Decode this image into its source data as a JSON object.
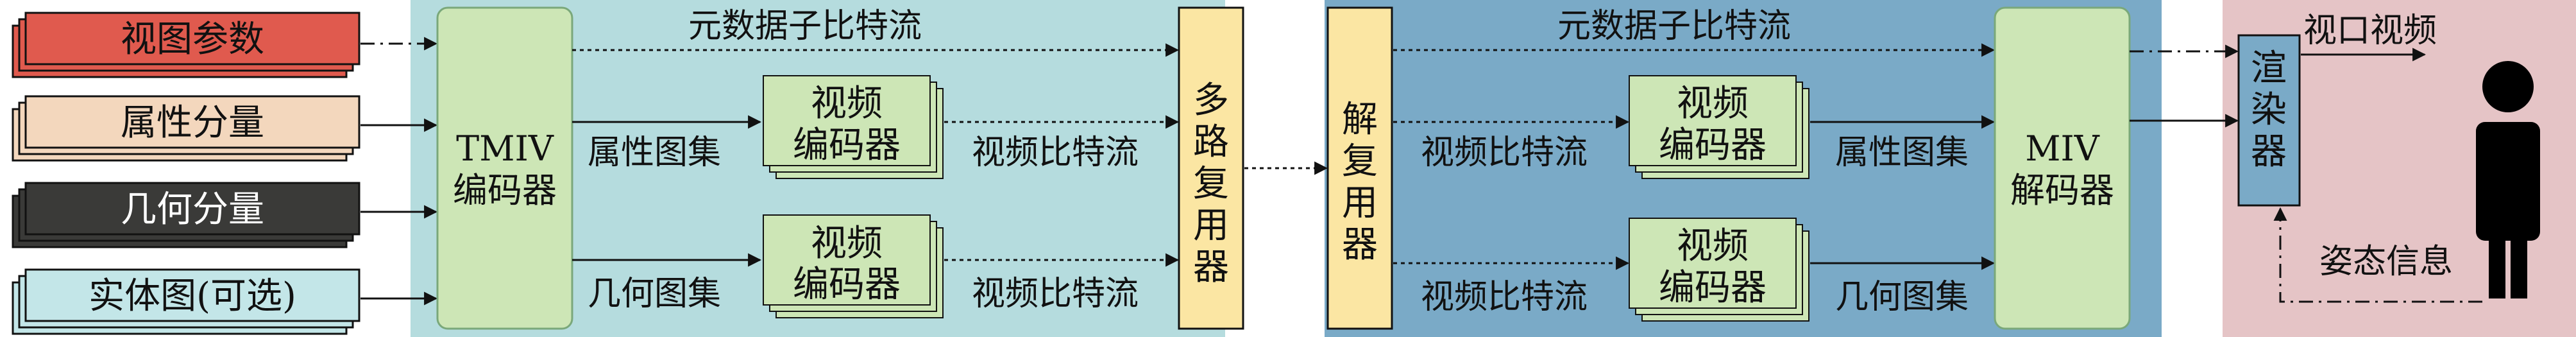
{
  "inputs": {
    "view_params": "视图参数",
    "attribute": "属性分量",
    "geometry": "几何分量",
    "entity": "实体图(可选)"
  },
  "encoder_side": {
    "tmiv_line1": "TMIV",
    "tmiv_line2": "编码器",
    "metadata_stream": "元数据子比特流",
    "attr_atlas": "属性图集",
    "geo_atlas": "几何图集",
    "video_enc_line1": "视频",
    "video_enc_line2": "编码器",
    "video_stream": "视频比特流",
    "mux_chars": [
      "多",
      "路",
      "复",
      "用",
      "器"
    ]
  },
  "decoder_side": {
    "demux_chars": [
      "解",
      "复",
      "用",
      "器"
    ],
    "metadata_stream": "元数据子比特流",
    "video_stream": "视频比特流",
    "video_dec_line1": "视频",
    "video_dec_line2": "编码器",
    "attr_atlas": "属性图集",
    "geo_atlas": "几何图集",
    "miv_line1": "MIV",
    "miv_line2": "解码器"
  },
  "render_side": {
    "render_chars": [
      "渲",
      "染",
      "器"
    ],
    "viewport_video": "视口视频",
    "pose_info": "姿态信息"
  },
  "colors": {
    "encoder_bg": "#b5dcde",
    "decoder_bg": "#7aaac7",
    "render_bg": "#e5c4c6",
    "green_box": "#cde6b6",
    "yellow_box": "#fbe6a3",
    "red_input": "#e05a4e",
    "tan_input": "#f3d7bd",
    "dark_input": "#3a3a38",
    "cyan_input": "#c3e6e8",
    "render_box": "#7aaac7"
  }
}
